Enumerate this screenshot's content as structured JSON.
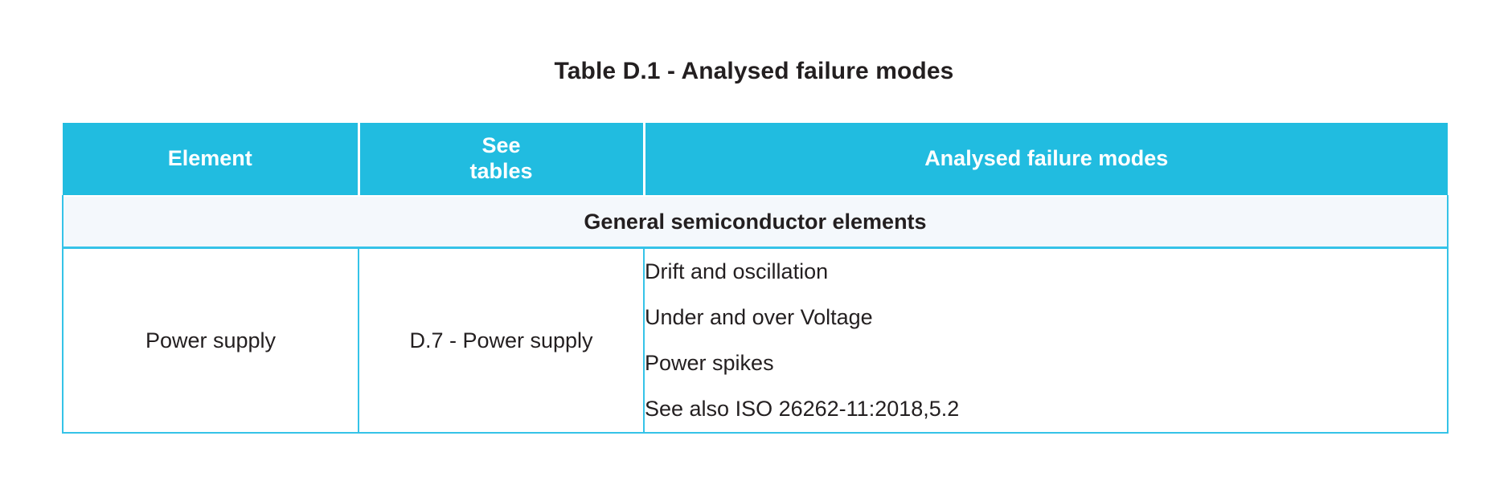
{
  "document": {
    "table_title": "Table D.1 - Analysed failure modes"
  },
  "colors": {
    "header_background": "#21bce0",
    "header_text": "#ffffff",
    "border": "#35c3e8",
    "section_row_background": "#f4f8fc",
    "body_text": "#231f20",
    "page_background": "#ffffff"
  },
  "table": {
    "columns": [
      {
        "label": "Element"
      },
      {
        "label": "See\ntables",
        "line1": "See",
        "line2": "tables"
      },
      {
        "label": "Analysed failure modes"
      }
    ],
    "sections": [
      {
        "title": "General semiconductor elements",
        "rows": [
          {
            "element": "Power supply",
            "see_tables": "D.7 - Power supply",
            "failure_modes": [
              "Drift and oscillation",
              "Under and over Voltage",
              "Power spikes",
              "See also ISO 26262-11:2018,5.2"
            ]
          }
        ]
      }
    ]
  }
}
